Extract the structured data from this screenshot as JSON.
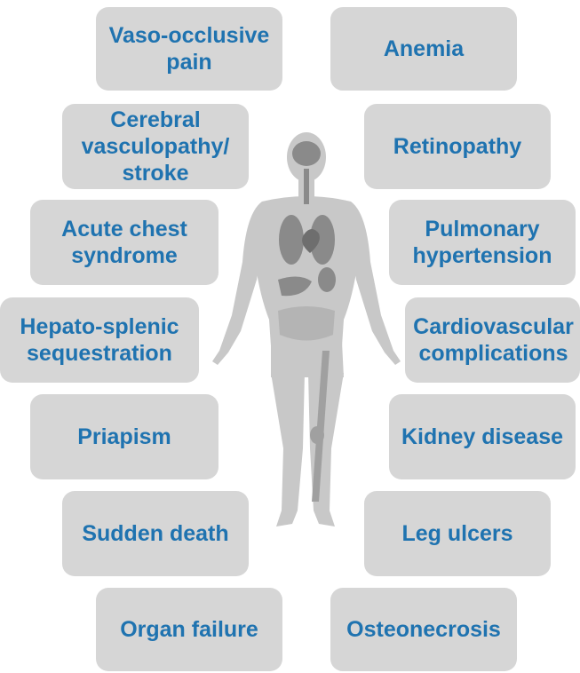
{
  "left_complications": [
    "Vaso-occlusive\npain",
    "Cerebral\nvasculopathy/\nstroke",
    "Acute chest\nsyndrome",
    "Hepato-splenic\nsequestration",
    "Priapism",
    "Sudden death",
    "Organ failure"
  ],
  "right_complications": [
    "Anemia",
    "Retinopathy",
    "Pulmonary\nhypertension",
    "Cardiovascular\ncomplications",
    "Kidney disease",
    "Leg ulcers",
    "Osteonecrosis"
  ],
  "colors": {
    "box_fill": "#d6d6d6",
    "text": "#1f73b0",
    "body_silhouette": "#c8c8c8",
    "organs": "#8a8a8a"
  },
  "icons": [
    "human-body-silhouette-icon"
  ]
}
